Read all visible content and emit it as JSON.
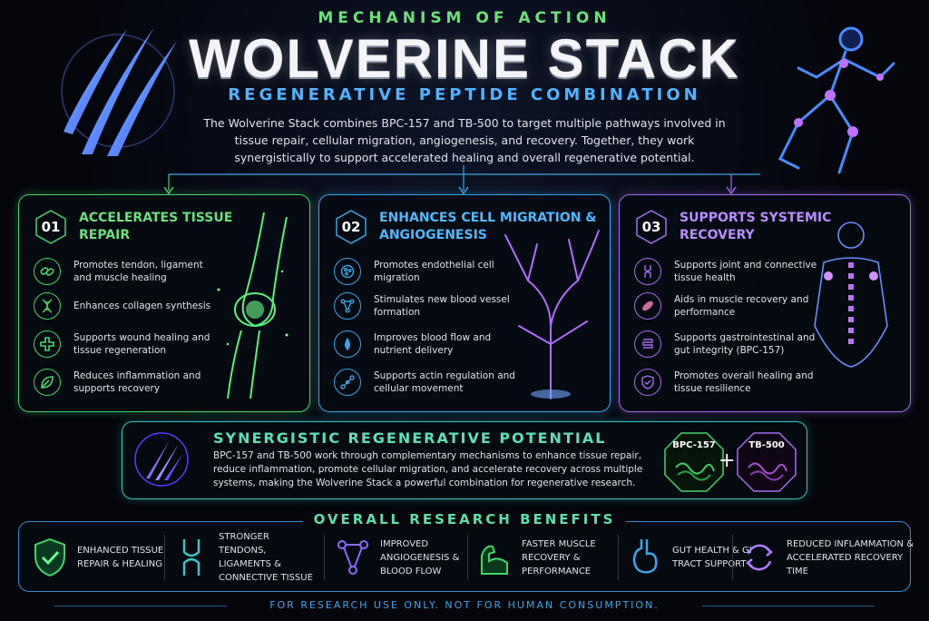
{
  "header": {
    "kicker": "MECHANISM OF ACTION",
    "title": "WOLVERINE STACK",
    "subtitle": "REGENERATIVE PEPTIDE COMBINATION",
    "intro": "The Wolverine Stack combines BPC-157 and TB-500 to target multiple pathways involved in tissue repair, cellular migration, angiogenesis, and recovery. Together, they work synergistically to support accelerated healing and overall regenerative potential."
  },
  "panels": [
    {
      "number": "01",
      "title": "ACCELERATES TISSUE REPAIR",
      "color": "#45d46a",
      "items": [
        {
          "icon": "chain-link-icon",
          "text": "Promotes tendon, ligament and muscle healing"
        },
        {
          "icon": "dna-icon",
          "text": "Enhances collagen synthesis"
        },
        {
          "icon": "plus-cross-icon",
          "text": "Supports wound healing and tissue regeneration"
        },
        {
          "icon": "leaf-icon",
          "text": "Reduces inflammation and supports recovery"
        }
      ]
    },
    {
      "number": "02",
      "title": "ENHANCES CELL MIGRATION & ANGIOGENESIS",
      "color": "#3aa6e8",
      "items": [
        {
          "icon": "cell-icon",
          "text": "Promotes endothelial cell migration"
        },
        {
          "icon": "vessel-network-icon",
          "text": "Stimulates new blood vessel formation"
        },
        {
          "icon": "blood-drop-icon",
          "text": "Improves blood flow and nutrient delivery"
        },
        {
          "icon": "molecule-icon",
          "text": "Supports actin regulation and cellular movement"
        }
      ]
    },
    {
      "number": "03",
      "title": "SUPPORTS SYSTEMIC RECOVERY",
      "color": "#a46cf0",
      "items": [
        {
          "icon": "joint-icon",
          "text": "Supports joint and connective tissue health"
        },
        {
          "icon": "muscle-fiber-icon",
          "text": "Aids in muscle recovery and performance"
        },
        {
          "icon": "intestine-icon",
          "text": "Supports gastrointestinal and gut integrity (BPC-157)"
        },
        {
          "icon": "shield-check-icon",
          "text": "Promotes overall healing and tissue resilience"
        }
      ]
    }
  ],
  "synergy": {
    "title": "SYNERGISTIC REGENERATIVE POTENTIAL",
    "text": "BPC-157 and TB-500 work through complementary mechanisms to enhance tissue repair, reduce inflammation, promote cellular migration, and accelerate recovery across multiple systems, making the Wolverine Stack a powerful combination for regenerative research.",
    "peptide1": "BPC-157",
    "plus": "+",
    "peptide2": "TB-500"
  },
  "benefits": {
    "title": "OVERALL RESEARCH BENEFITS",
    "items": [
      {
        "icon": "shield-check-icon",
        "text": "ENHANCED TISSUE REPAIR & HEALING"
      },
      {
        "icon": "knee-joint-icon",
        "text": "STRONGER TENDONS, LIGAMENTS & CONNECTIVE TISSUE"
      },
      {
        "icon": "vessel-network-icon",
        "text": "IMPROVED ANGIOGENESIS & BLOOD FLOW"
      },
      {
        "icon": "flexed-arm-icon",
        "text": "FASTER MUSCLE RECOVERY & PERFORMANCE"
      },
      {
        "icon": "stomach-icon",
        "text": "GUT HEALTH & GI TRACT SUPPORT"
      },
      {
        "icon": "cycle-arrows-icon",
        "text": "REDUCED INFLAMMATION & ACCELERATED RECOVERY TIME"
      }
    ]
  },
  "footer": "FOR RESEARCH USE ONLY. NOT FOR HUMAN CONSUMPTION."
}
